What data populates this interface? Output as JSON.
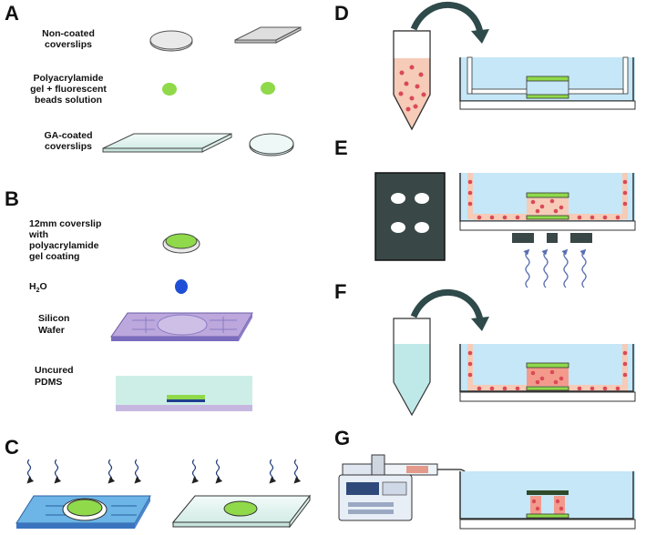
{
  "panels": {
    "A": {
      "letter": "A",
      "items": [
        "Non-coated",
        "coverslips",
        "Polyacrylamide",
        "gel + fluorescent",
        "beads solution",
        "GA-coated",
        "coverslips"
      ]
    },
    "B": {
      "letter": "B",
      "coverslip_lines": [
        "12mm coverslip",
        "with",
        "polyacrylamide",
        "gel coating"
      ],
      "water": "H",
      "water_sub": "2",
      "water_tail": "O",
      "wafer_lines": [
        "Silicon",
        "Wafer"
      ],
      "pdms_lines": [
        "Uncured",
        "PDMS"
      ]
    },
    "C": {
      "letter": "C"
    },
    "D": {
      "letter": "D"
    },
    "E": {
      "letter": "E"
    },
    "F": {
      "letter": "F"
    },
    "G": {
      "letter": "G"
    }
  },
  "colors": {
    "gel": "#8fd94a",
    "water_drop": "#1f4fd6",
    "medium_blue": "#c5e7f7",
    "cells": "#d94a56",
    "cell_suspension": "#f6cbb8",
    "wafer": "#b9a6d6",
    "uv_arrow": "#5a6fb0",
    "dark_arrow": "#2f4a4a",
    "mask": "#3a4747"
  }
}
